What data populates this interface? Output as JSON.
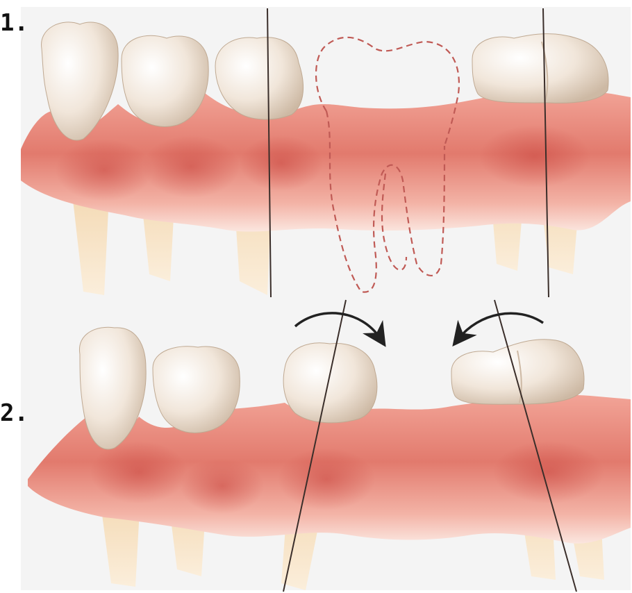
{
  "panels": [
    {
      "label": "1.",
      "description": "tooth-missing-with-ghost-outline"
    },
    {
      "label": "2.",
      "description": "neighbor-teeth-drifting-into-gap"
    }
  ],
  "colors": {
    "gum": "#e98a7e",
    "gum_dark": "#c9453e",
    "tooth": "#f4ebe1",
    "tooth_shade": "#d9c7b3",
    "root": "#f1d9b0",
    "ghost_outline": "#c05a55",
    "axis_line": "#3a2e2a",
    "arrow": "#222222",
    "background": "#f4f4f4"
  }
}
